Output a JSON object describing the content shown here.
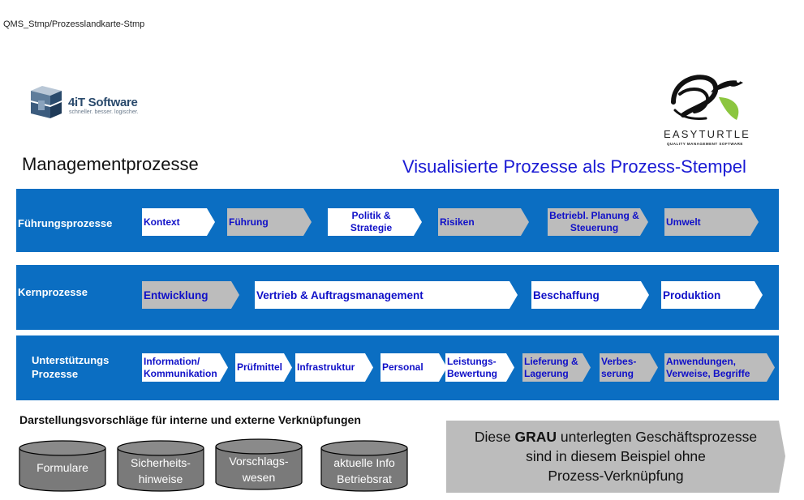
{
  "breadcrumb": "QMS_Stmp/Prozesslandkarte-Stmp",
  "logos": {
    "software_name": "4iT Software",
    "software_tagline": "schneller. besser. logischer.",
    "turtle_name": "EASYTURTLE",
    "turtle_tagline": "QUALITY MANAGEMENT SOFTWARE"
  },
  "headings": {
    "management": "Managementprozesse",
    "visualization": "Visualisierte Prozesse als Prozess-Stempel"
  },
  "bands": {
    "fuehrung": {
      "label": "Führungsprozesse",
      "items": [
        {
          "line1": "Kontext",
          "line2": "",
          "style": "white"
        },
        {
          "line1": "Führung",
          "line2": "",
          "style": "grey"
        },
        {
          "line1": "Politik &",
          "line2": "Strategie",
          "style": "white"
        },
        {
          "line1": "Risiken",
          "line2": "",
          "style": "grey"
        },
        {
          "line1": "Betriebl. Planung &",
          "line2": "Steuerung",
          "style": "grey"
        },
        {
          "line1": "Umwelt",
          "line2": "",
          "style": "grey"
        }
      ]
    },
    "kern": {
      "label": "Kernprozesse",
      "items": [
        {
          "line1": "Entwicklung",
          "style": "grey"
        },
        {
          "line1": "Vertrieb & Auftragsmanagement",
          "style": "white"
        },
        {
          "line1": "Beschaffung",
          "style": "white"
        },
        {
          "line1": "Produktion",
          "style": "white"
        }
      ]
    },
    "unterstuetzung": {
      "label_line1": "Unterstützungs",
      "label_line2": "Prozesse",
      "items": [
        {
          "line1": "Information/",
          "line2": "Kommunikation",
          "style": "white"
        },
        {
          "line1": "Prüfmittel",
          "line2": "",
          "style": "white"
        },
        {
          "line1": "Infrastruktur",
          "line2": "",
          "style": "white"
        },
        {
          "line1": "Personal",
          "line2": "",
          "style": "white"
        },
        {
          "line1": "Leistungs-",
          "line2": "Bewertung",
          "style": "white"
        },
        {
          "line1": "Lieferung &",
          "line2": "Lagerung",
          "style": "grey"
        },
        {
          "line1": "Verbes-",
          "line2": "serung",
          "style": "grey"
        },
        {
          "line1": "Anwendungen,",
          "line2": "Verweise, Begriffe",
          "style": "grey"
        }
      ]
    }
  },
  "links": {
    "title": "Darstellungsvorschläge für interne und externe Verknüpfungen",
    "items": [
      {
        "line1": "Formulare",
        "line2": ""
      },
      {
        "line1": "Sicherheits-",
        "line2": "hinweise"
      },
      {
        "line1": "Vorschlags-",
        "line2": "wesen"
      },
      {
        "line1": "aktuelle Info",
        "line2": "Betriebsrat"
      }
    ]
  },
  "note": {
    "line1_pre": "Diese ",
    "line1_bold": "GRAU",
    "line1_post": " unterlegten Geschäftsprozesse",
    "line2": "sind in diesem Beispiel ohne",
    "line3": "Prozess-Verknüpfung"
  },
  "colors": {
    "band_blue": "#0b6ec2",
    "box_text_blue": "#1010c8",
    "box_grey": "#bcbcbc",
    "cylinder_grey": "#7a7a7a",
    "turtle_green": "#8cc63f"
  }
}
